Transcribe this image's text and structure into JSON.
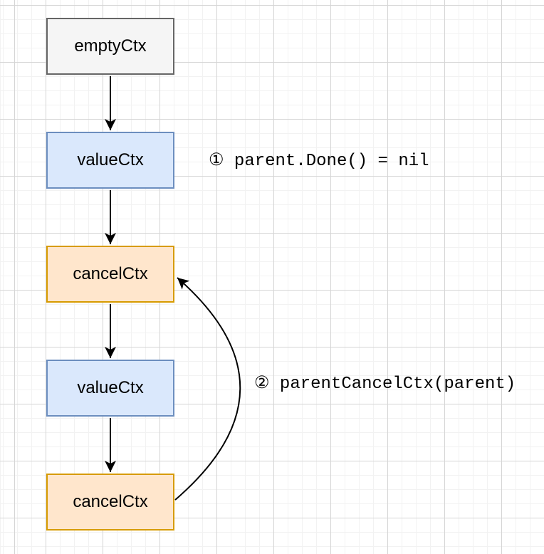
{
  "canvas": {
    "background_color": "#ffffff",
    "grid_minor_color": "#f2f2f2",
    "grid_major_color": "#d5d5d5"
  },
  "diagram": {
    "nodes": [
      {
        "id": "empty-ctx",
        "label": "emptyCtx",
        "fill": "#f5f5f5",
        "border": "#666666"
      },
      {
        "id": "value-ctx-1",
        "label": "valueCtx",
        "fill": "#dae8fc",
        "border": "#6c8ebf"
      },
      {
        "id": "cancel-ctx-1",
        "label": "cancelCtx",
        "fill": "#ffe6cc",
        "border": "#d79b00"
      },
      {
        "id": "value-ctx-2",
        "label": "valueCtx",
        "fill": "#dae8fc",
        "border": "#6c8ebf"
      },
      {
        "id": "cancel-ctx-2",
        "label": "cancelCtx",
        "fill": "#ffe6cc",
        "border": "#d79b00"
      }
    ],
    "edges": [
      {
        "from": "empty-ctx",
        "to": "value-ctx-1",
        "style": "straight-down-arrow",
        "color": "#000000"
      },
      {
        "from": "value-ctx-1",
        "to": "cancel-ctx-1",
        "style": "straight-down-arrow",
        "color": "#000000"
      },
      {
        "from": "cancel-ctx-1",
        "to": "value-ctx-2",
        "style": "straight-down-arrow",
        "color": "#000000"
      },
      {
        "from": "value-ctx-2",
        "to": "cancel-ctx-2",
        "style": "straight-down-arrow",
        "color": "#000000"
      },
      {
        "from": "cancel-ctx-2",
        "to": "cancel-ctx-1",
        "style": "curved-up-arrow",
        "color": "#000000"
      }
    ],
    "annotations": [
      {
        "id": "note-1",
        "text": "① parent.Done() = nil"
      },
      {
        "id": "note-2",
        "text": "② parentCancelCtx(parent)"
      }
    ]
  }
}
